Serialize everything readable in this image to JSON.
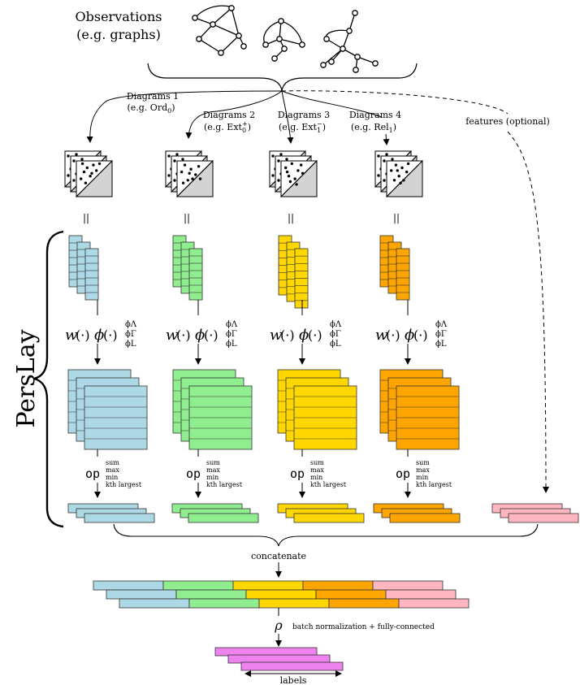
{
  "observations": {
    "line1": "Observations",
    "line2": "(e.g. graphs)"
  },
  "diagrams": [
    {
      "name": "Diagrams 1",
      "example": "(e.g. Ord",
      "sub": "0",
      "sup": "",
      "tail": ")"
    },
    {
      "name": "Diagrams 2",
      "example": "(e.g. Ext",
      "sub": "0",
      "sup": "+",
      "tail": ")"
    },
    {
      "name": "Diagrams 3",
      "example": "(e.g. Ext",
      "sub": "1",
      "sup": "−",
      "tail": ")"
    },
    {
      "name": "Diagrams 4",
      "example": "(e.g. Rel",
      "sub": "1",
      "sup": "",
      "tail": ")"
    }
  ],
  "features_label": "features (optional)",
  "equals_sign": "||",
  "persLay_label": "PersLay",
  "weight_op": {
    "w": "w",
    "arg": "(·)",
    "phi": "ϕ",
    "phi_options": [
      "ϕΛ",
      "ϕΓ",
      "ϕL"
    ]
  },
  "op": {
    "label": "op",
    "options": [
      "sum",
      "max",
      "min",
      "kth largest"
    ]
  },
  "concatenate_label": "concatenate",
  "rho": {
    "symbol": "ρ",
    "label": "batch normalization + fully-connected"
  },
  "labels_label": "labels",
  "colors": {
    "blue": "#add8e6",
    "green": "#90ee90",
    "yellow": "#ffd700",
    "orange": "#ffa500",
    "pink": "#ffb6c1",
    "violet": "#ee82ee",
    "diagram_fill": "#d3d3d3"
  }
}
